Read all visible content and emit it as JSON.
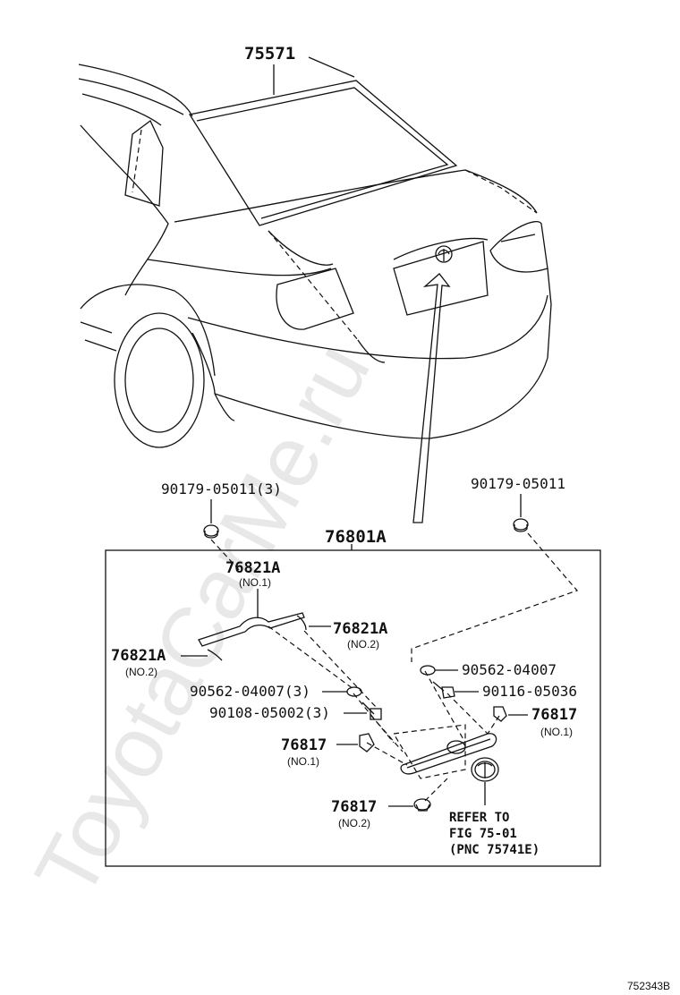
{
  "watermark": "ToyotaCarMe.ru",
  "figure_code": "752343B",
  "labels": {
    "p75571": "75571",
    "p90179_left": "90179-05011(3)",
    "p90179_right": "90179-05011",
    "p76801A": "76801A",
    "p76821A_no1": "76821A",
    "p76821A_no1_sub": "(NO.1)",
    "p76821A_right": "76821A",
    "p76821A_right_sub": "(NO.2)",
    "p76821A_left": "76821A",
    "p76821A_left_sub": "(NO.2)",
    "p90562_right": "90562-04007",
    "p90562_left": "90562-04007(3)",
    "p90116": "90116-05036",
    "p90108": "90108-05002(3)",
    "p76817_right": "76817",
    "p76817_right_sub": "(NO.1)",
    "p76817_left": "76817",
    "p76817_left_sub": "(NO.1)",
    "p76817_bottom": "76817",
    "p76817_bottom_sub": "(NO.2)",
    "refer_line1": "REFER TO",
    "refer_line2": "FIG 75-01",
    "refer_line3": "(PNC 75741E)"
  }
}
